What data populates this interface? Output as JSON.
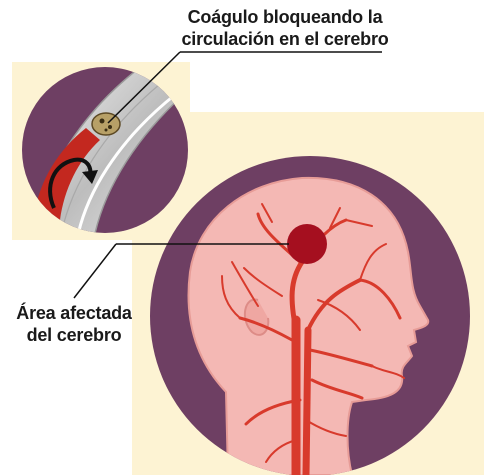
{
  "labels": {
    "clot": {
      "line1": "Coágulo bloqueando la",
      "line2": "circulación en el cerebro"
    },
    "area": {
      "line1": "Área afectada",
      "line2": "del cerebro"
    }
  },
  "colors": {
    "panel": "#fdf3d3",
    "circle": "#6e3f63",
    "skin": "#f4b8b4",
    "artery": "#d83a2c",
    "affected_area": "#a50f1f",
    "vessel_wall": "#dcdcdc",
    "clot": "#b7a067"
  }
}
